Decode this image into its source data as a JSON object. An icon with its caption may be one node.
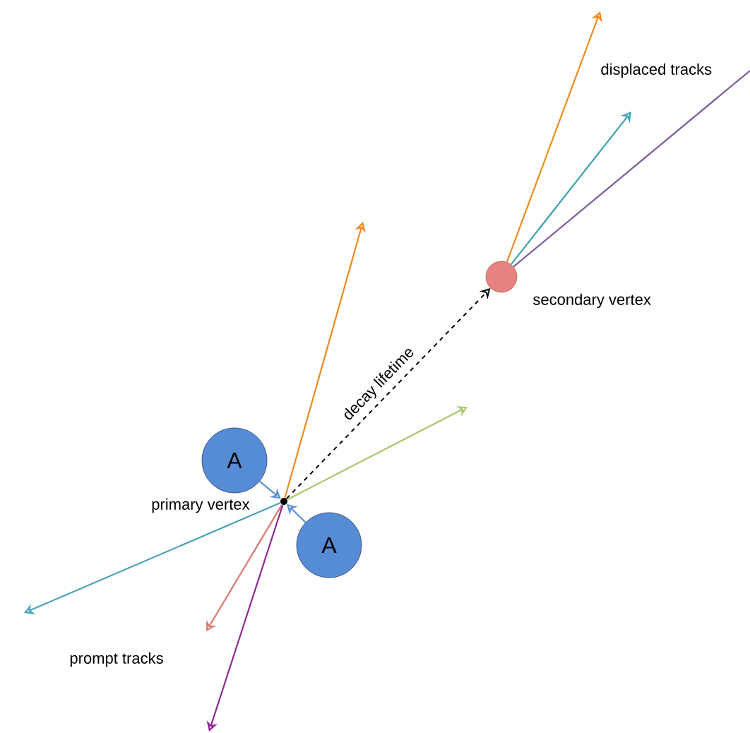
{
  "diagram": {
    "nodes": [
      {
        "text": [
          "A"
        ]
      },
      {
        "text": [
          "A"
        ]
      },
      {
        "text": [],
        "shape": "circle"
      },
      {
        "text": [],
        "shape": "circle",
        "beside": [
          "secondary vertex"
        ]
      }
    ],
    "edges": [
      {
        "from": 0,
        "to": 2,
        "arrow": "to",
        "color": "#5b8fd0"
      },
      {
        "from": 1,
        "to": 2,
        "arrow": "to",
        "color": "#5b8fd0"
      },
      {
        "from": 2,
        "to": 3,
        "arrow": "to",
        "style": "dashed",
        "label": "decay lifetime",
        "color": "#000000"
      },
      {
        "from": 2,
        "to": null,
        "arrow": "to",
        "color": "#f08a1c"
      },
      {
        "from": 2,
        "to": null,
        "arrow": "to",
        "color": "#a8c76c"
      },
      {
        "from": 2,
        "to": null,
        "arrow": "to",
        "color": "#4aa2b8"
      },
      {
        "from": 2,
        "to": null,
        "arrow": "to",
        "color": "#d9776c"
      },
      {
        "from": 2,
        "to": null,
        "arrow": "to",
        "color": "#8e2a90"
      },
      {
        "from": 3,
        "to": null,
        "arrow": "to",
        "color": "#f08a1c"
      },
      {
        "from": 3,
        "to": null,
        "arrow": "to",
        "color": "#3ba0b0"
      },
      {
        "from": 3,
        "to": null,
        "arrow": "none",
        "color": "#7a5a9a"
      }
    ],
    "labels": [
      "displaced tracks",
      "primary vertex",
      "prompt tracks"
    ]
  }
}
